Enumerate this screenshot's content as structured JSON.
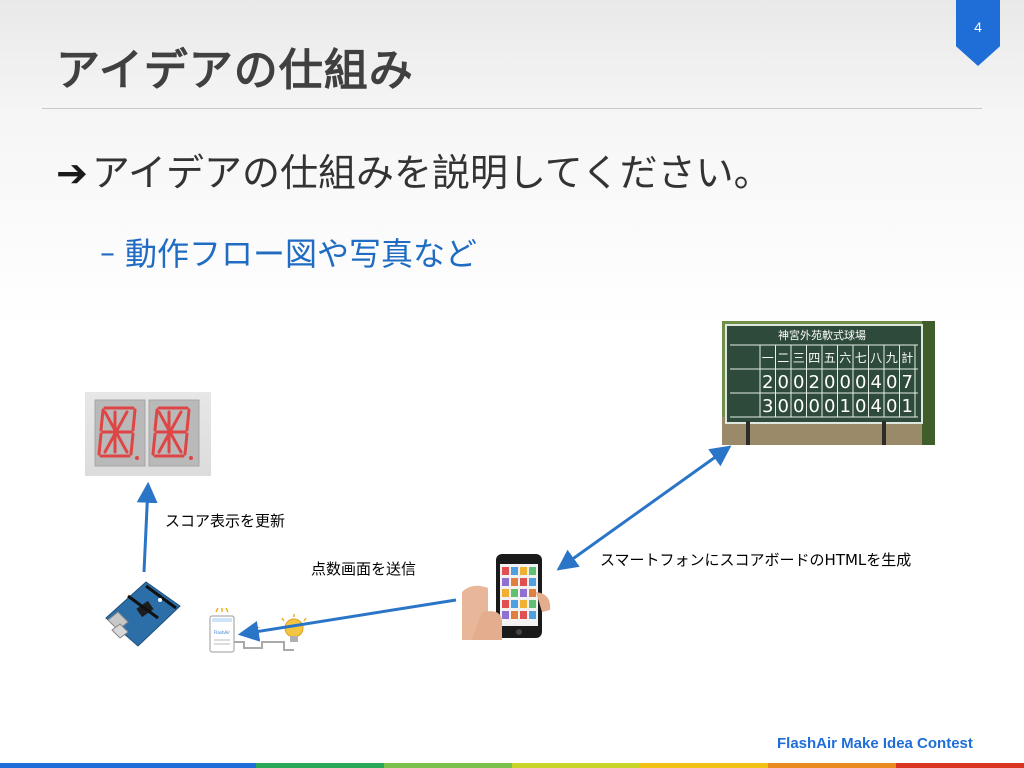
{
  "slide": {
    "page_number": "4",
    "title": "アイデアの仕組み",
    "bullet_main": "アイデアの仕組みを説明してください。",
    "bullet_sub_dash": "–",
    "bullet_sub": "動作フロー図や写真など"
  },
  "diagram": {
    "label_update_score": "スコア表示を更新",
    "label_send_score": "点数画面を送信",
    "label_generate_html": "スマートフォンにスコアボードのHTMLを生成",
    "scoreboard_title": "神宮外苑軟式球場",
    "scoreboard_innings": [
      "一",
      "二",
      "三",
      "四",
      "五",
      "六",
      "七",
      "八",
      "九",
      "計"
    ],
    "scoreboard_row1": [
      "2",
      "0",
      "0",
      "2",
      "0",
      "0",
      "0",
      "4",
      "0",
      "7"
    ],
    "scoreboard_row2": [
      "3",
      "0",
      "0",
      "0",
      "0",
      "1",
      "0",
      "4",
      "0",
      "1"
    ],
    "segment_digits": "88",
    "flashair_label": "FlashAir"
  },
  "footer": {
    "contest_name": "FlashAir Make Idea Contest"
  },
  "colors": {
    "accent": "#1f6ed8",
    "arrow": "#2a75c8",
    "sub_bullet": "#1f6cc2",
    "scoreboard_green": "#5c7a3e",
    "footer_stripes": [
      "#1f6ed8",
      "#1f6ed8",
      "#2aa85a",
      "#7bc24c",
      "#c8d42a",
      "#f2c118",
      "#e88b1c",
      "#d9341f"
    ]
  }
}
